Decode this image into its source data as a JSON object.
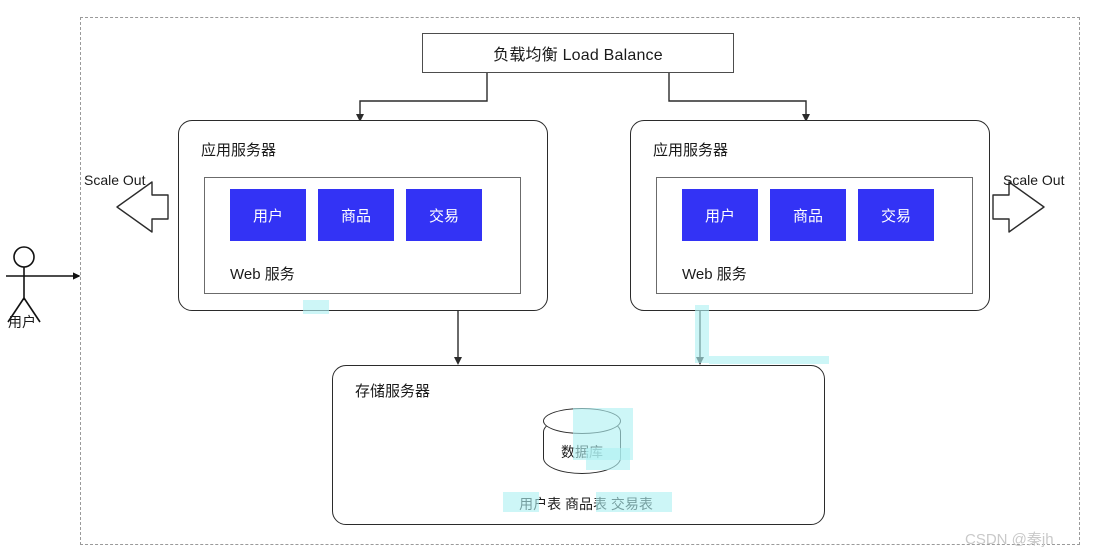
{
  "diagram": {
    "title_text": "负载均衡 Load Balance",
    "boundary": {
      "style": "dashed"
    },
    "load_balancer": {
      "label": "负载均衡 Load Balance"
    },
    "app_servers": [
      {
        "title": "应用服务器",
        "web_label": "Web 服务",
        "modules": [
          {
            "label": "用户"
          },
          {
            "label": "商品"
          },
          {
            "label": "交易"
          }
        ]
      },
      {
        "title": "应用服务器",
        "web_label": "Web 服务",
        "modules": [
          {
            "label": "用户"
          },
          {
            "label": "商品"
          },
          {
            "label": "交易"
          }
        ]
      }
    ],
    "storage_server": {
      "title": "存储服务器",
      "database": {
        "label": "数据库"
      },
      "tables_label": "用户表 商品表 交易表"
    },
    "actor": {
      "label": "用户",
      "icon": "stick-figure-icon"
    },
    "scale_out_left": {
      "label": "Scale Out",
      "icon": "arrow-left-block-icon"
    },
    "scale_out_right": {
      "label": "Scale Out",
      "icon": "arrow-right-block-icon"
    },
    "watermark": "CSDN @秦jh",
    "colors": {
      "module_blue": "#3333f5",
      "line": "#2b2b2b",
      "boundary": "#9a9a9a",
      "highlight_cyan": "#aef0f2",
      "watermark": "#c9c9c9"
    }
  }
}
